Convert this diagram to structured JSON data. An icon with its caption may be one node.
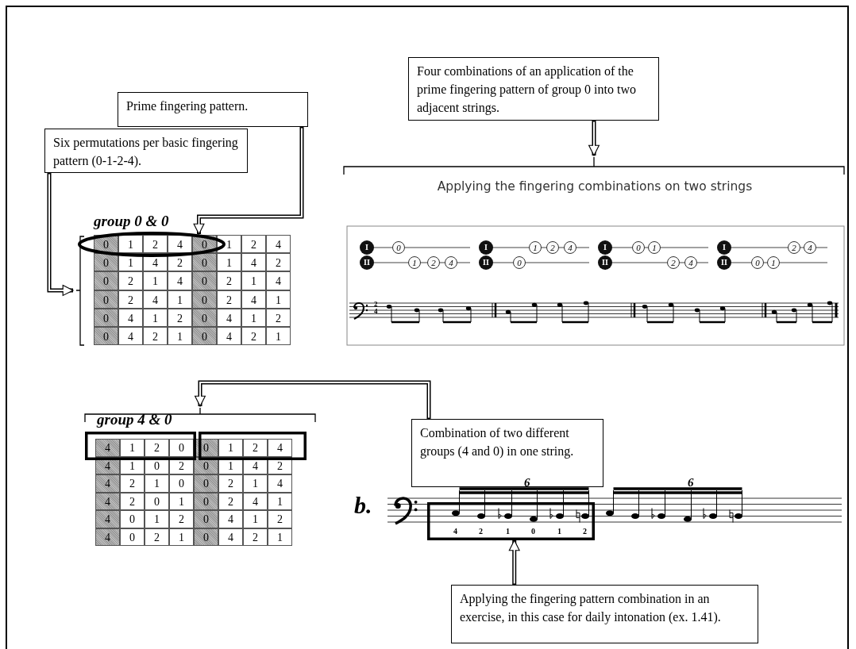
{
  "diagram": {
    "nodes": [
      {
        "text": [
          "Prime fingering pattern."
        ]
      },
      {
        "text": [
          "Six permutations per basic fingering pattern (0-1-2-4)."
        ]
      },
      {
        "text": [
          "Four combinations of an application of the prime fingering pattern of group 0 into two adjacent strings."
        ]
      },
      {
        "text": [
          "Combination of two different groups (4 and 0) in one string."
        ]
      },
      {
        "text": [
          "Applying the fingering pattern combination in an exercise, in this case for daily intonation (ex. 1.41)."
        ]
      },
      {
        "text": [
          "group 0 & 0"
        ]
      },
      {
        "text": [],
        "shape": "ellipse",
        "in": 5
      },
      {
        "text": [
          "Applying the fingering combinations on two strings"
        ]
      },
      {
        "text": [
          "group 4 & 0"
        ]
      },
      {
        "text": [],
        "shape": "box",
        "in": 8
      },
      {
        "text": [],
        "shape": "box",
        "in": 8
      },
      {
        "text": [
          "b."
        ]
      },
      {
        "text": [],
        "shape": "box"
      }
    ],
    "edges": [
      {
        "from": 0,
        "to": 6,
        "arrow": "to"
      },
      {
        "from": 1,
        "to": 5,
        "arrow": "to"
      },
      {
        "from": 2,
        "to": 7,
        "arrow": "to"
      },
      {
        "from": 3,
        "to": 8,
        "arrow": "to"
      },
      {
        "from": 4,
        "to": 12,
        "arrow": "to"
      }
    ],
    "labels": [
      "0",
      "1",
      "2",
      "4",
      "0",
      "1",
      "2",
      "4",
      "0",
      "1",
      "4",
      "2",
      "0",
      "1",
      "4",
      "2",
      "0",
      "2",
      "1",
      "4",
      "0",
      "2",
      "1",
      "4",
      "0",
      "2",
      "4",
      "1",
      "0",
      "2",
      "4",
      "1",
      "0",
      "4",
      "1",
      "2",
      "0",
      "4",
      "1",
      "2",
      "0",
      "4",
      "2",
      "1",
      "0",
      "4",
      "2",
      "1",
      "4",
      "1",
      "2",
      "0",
      "0",
      "1",
      "2",
      "4",
      "4",
      "1",
      "0",
      "2",
      "0",
      "1",
      "4",
      "2",
      "4",
      "2",
      "1",
      "0",
      "0",
      "2",
      "1",
      "4",
      "4",
      "2",
      "0",
      "1",
      "0",
      "2",
      "4",
      "1",
      "4",
      "0",
      "1",
      "2",
      "0",
      "4",
      "1",
      "2",
      "4",
      "0",
      "2",
      "1",
      "0",
      "4",
      "2",
      "1",
      "I",
      "II",
      "0",
      "1",
      "2",
      "4",
      "I",
      "II",
      "1",
      "2",
      "4",
      "0",
      "I",
      "II",
      "0",
      "1",
      "2",
      "4",
      "I",
      "II",
      "2",
      "4",
      "0",
      "1",
      "2",
      "4",
      "6",
      "6",
      "4",
      "2",
      "1",
      "0",
      "1",
      "2"
    ]
  }
}
